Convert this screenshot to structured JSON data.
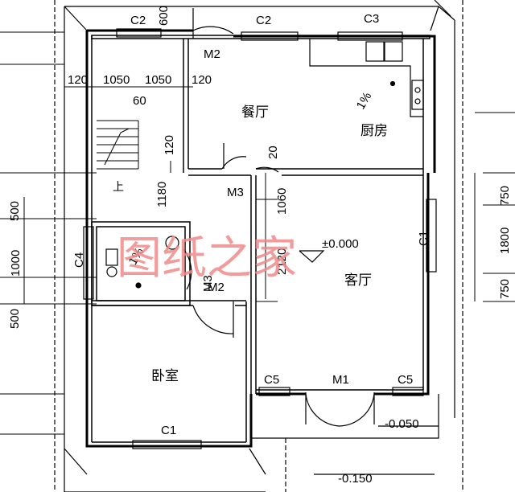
{
  "rooms": {
    "dining": "餐厅",
    "kitchen": "厨房",
    "living": "客厅",
    "bedroom": "卧室",
    "stair_up": "上"
  },
  "doors": {
    "m2_top": "M2",
    "m3_mid": "M3",
    "m3_bath": "M3",
    "m2_bed": "M2",
    "m1_entry": "M1"
  },
  "windows": {
    "c2_left": "C2",
    "c2_mid": "C2",
    "c3": "C3",
    "c1_right": "C1",
    "c4": "C4",
    "c5_left": "C5",
    "c5_right": "C5",
    "c1_bottom": "C1"
  },
  "dimensions": {
    "d600": "600",
    "d120a": "120",
    "d1050a": "1050",
    "d1050b": "1050",
    "d120b": "120",
    "d60": "60",
    "d120c": "120",
    "d1180": "1180",
    "d20": "20",
    "d1060": "1060",
    "d2120": "2120",
    "d500a": "500",
    "d1000": "1000",
    "d500b": "500",
    "d750a": "750",
    "d1800": "1800",
    "d750b": "750"
  },
  "levels": {
    "floor": "±0.000",
    "porch": "-0.050",
    "ground": "-0.150"
  },
  "slopes": {
    "kitchen": "1%",
    "bath": "1%"
  },
  "watermark": "图纸之家",
  "colors": {
    "line": "#000000",
    "watermark": "#f08a8a"
  }
}
